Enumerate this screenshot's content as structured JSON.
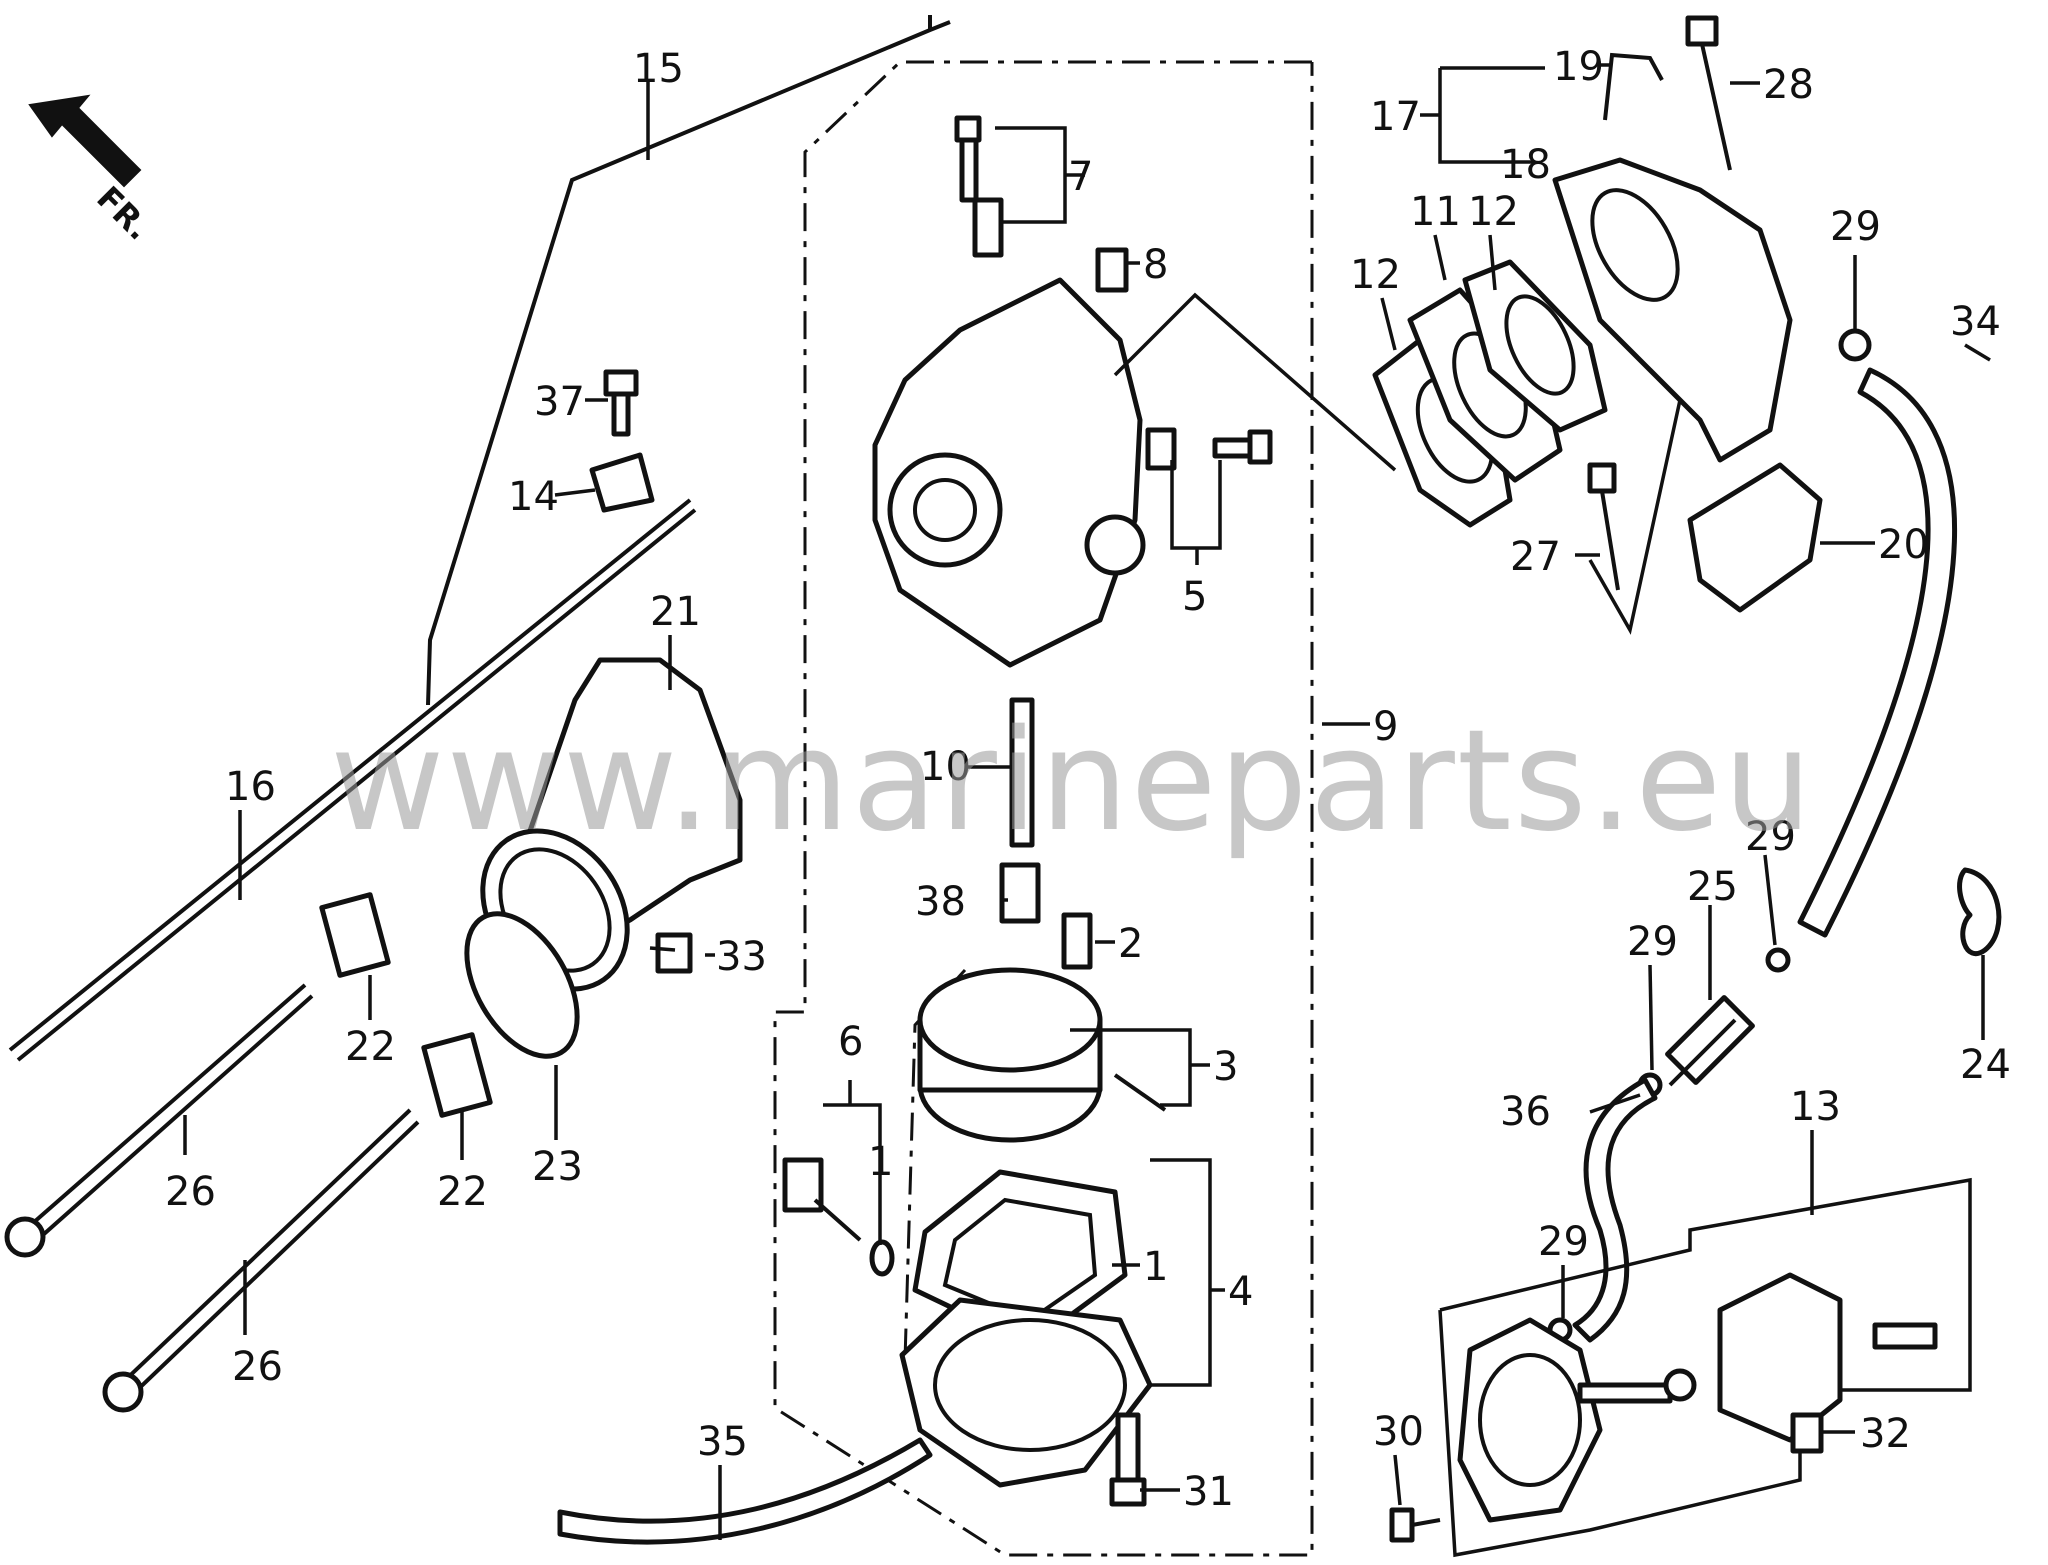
{
  "diagram": {
    "orientation_label": "FR.",
    "watermark": "www.marineparts.eu",
    "callouts": {
      "c1": "1",
      "c1b": "1",
      "c2": "2",
      "c3": "3",
      "c4": "4",
      "c5": "5",
      "c6": "6",
      "c7": "7",
      "c8": "8",
      "c9": "9",
      "c10": "10",
      "c11": "11",
      "c12a": "12",
      "c12b": "12",
      "c13": "13",
      "c14": "14",
      "c15": "15",
      "c16": "16",
      "c17": "17",
      "c18": "18",
      "c19": "19",
      "c20": "20",
      "c21": "21",
      "c22a": "22",
      "c22b": "22",
      "c23": "23",
      "c24": "24",
      "c25": "25",
      "c26a": "26",
      "c26b": "26",
      "c27": "27",
      "c28": "28",
      "c29a": "29",
      "c29b": "29",
      "c29c": "29",
      "c29d": "29",
      "c30": "30",
      "c31": "31",
      "c32": "32",
      "c33": "33",
      "c34": "34",
      "c35": "35",
      "c36": "36",
      "c37": "37",
      "c38": "38"
    }
  }
}
